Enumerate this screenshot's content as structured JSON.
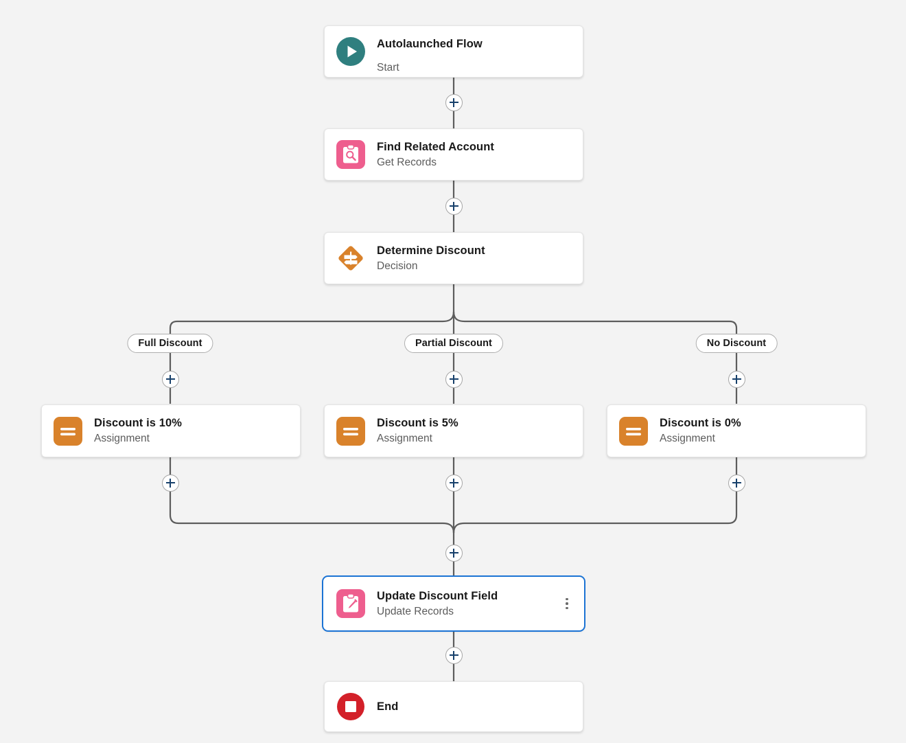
{
  "canvas": {
    "background": "#f3f3f3",
    "connector_color": "#5c5c5c",
    "plus_icon_color": "#17406b",
    "selection_color": "#1b73d4"
  },
  "flow": {
    "nodes": [
      {
        "id": "start",
        "title": "Autolaunched Flow",
        "subtitle": "Start",
        "icon": "start-play-icon",
        "icon_color": "#2f7f7f",
        "selected": false,
        "has_menu": false
      },
      {
        "id": "get-records",
        "title": "Find Related Account",
        "subtitle": "Get Records",
        "icon": "get-records-clipboard-search-icon",
        "icon_color": "#ee5e8e",
        "selected": false,
        "has_menu": false
      },
      {
        "id": "decision",
        "title": "Determine Discount",
        "subtitle": "Decision",
        "icon": "decision-diamond-signpost-icon",
        "icon_color": "#d9822b",
        "selected": false,
        "has_menu": false
      },
      {
        "id": "assignment-full",
        "title": "Discount is 10%",
        "subtitle": "Assignment",
        "icon": "assignment-equals-icon",
        "icon_color": "#d9822b",
        "selected": false,
        "has_menu": false
      },
      {
        "id": "assignment-partial",
        "title": "Discount is 5%",
        "subtitle": "Assignment",
        "icon": "assignment-equals-icon",
        "icon_color": "#d9822b",
        "selected": false,
        "has_menu": false
      },
      {
        "id": "assignment-none",
        "title": "Discount is 0%",
        "subtitle": "Assignment",
        "icon": "assignment-equals-icon",
        "icon_color": "#d9822b",
        "selected": false,
        "has_menu": false
      },
      {
        "id": "update-records",
        "title": "Update Discount Field",
        "subtitle": "Update Records",
        "icon": "update-records-clipboard-pencil-icon",
        "icon_color": "#ee5e8e",
        "selected": true,
        "has_menu": true
      },
      {
        "id": "end",
        "title": "End",
        "subtitle": "",
        "icon": "end-stop-icon",
        "icon_color": "#d32029",
        "selected": false,
        "has_menu": false
      }
    ],
    "branch_labels": [
      {
        "id": "branch-full",
        "label": "Full Discount"
      },
      {
        "id": "branch-partial",
        "label": "Partial Discount"
      },
      {
        "id": "branch-none",
        "label": "No Discount"
      }
    ],
    "add_buttons": [
      {
        "id": "add-after-start"
      },
      {
        "id": "add-after-get-records"
      },
      {
        "id": "add-on-branch-full"
      },
      {
        "id": "add-on-branch-partial"
      },
      {
        "id": "add-on-branch-none"
      },
      {
        "id": "add-after-assignment-full"
      },
      {
        "id": "add-after-assignment-partial"
      },
      {
        "id": "add-after-assignment-none"
      },
      {
        "id": "add-after-merge"
      },
      {
        "id": "add-after-update-records"
      }
    ]
  }
}
